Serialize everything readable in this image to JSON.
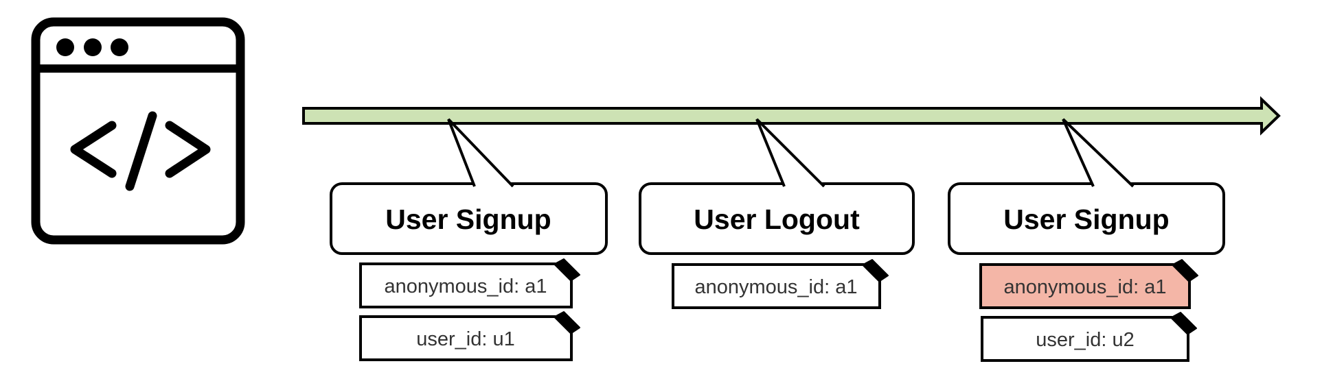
{
  "colors": {
    "timeline_fill": "#cde2b4",
    "highlight_fill": "#f4b6a7",
    "box_fill": "#ffffff",
    "stroke": "#000000",
    "tag_text": "#333333"
  },
  "browser_icon": {
    "name": "code-browser",
    "glyph": "</>"
  },
  "events": [
    {
      "title": "User Signup",
      "properties": [
        {
          "label": "anonymous_id: a1",
          "highlighted": false
        },
        {
          "label": "user_id: u1",
          "highlighted": false
        }
      ]
    },
    {
      "title": "User Logout",
      "properties": [
        {
          "label": "anonymous_id: a1",
          "highlighted": false
        }
      ]
    },
    {
      "title": "User Signup",
      "properties": [
        {
          "label": "anonymous_id: a1",
          "highlighted": true
        },
        {
          "label": "user_id: u2",
          "highlighted": false
        }
      ]
    }
  ]
}
